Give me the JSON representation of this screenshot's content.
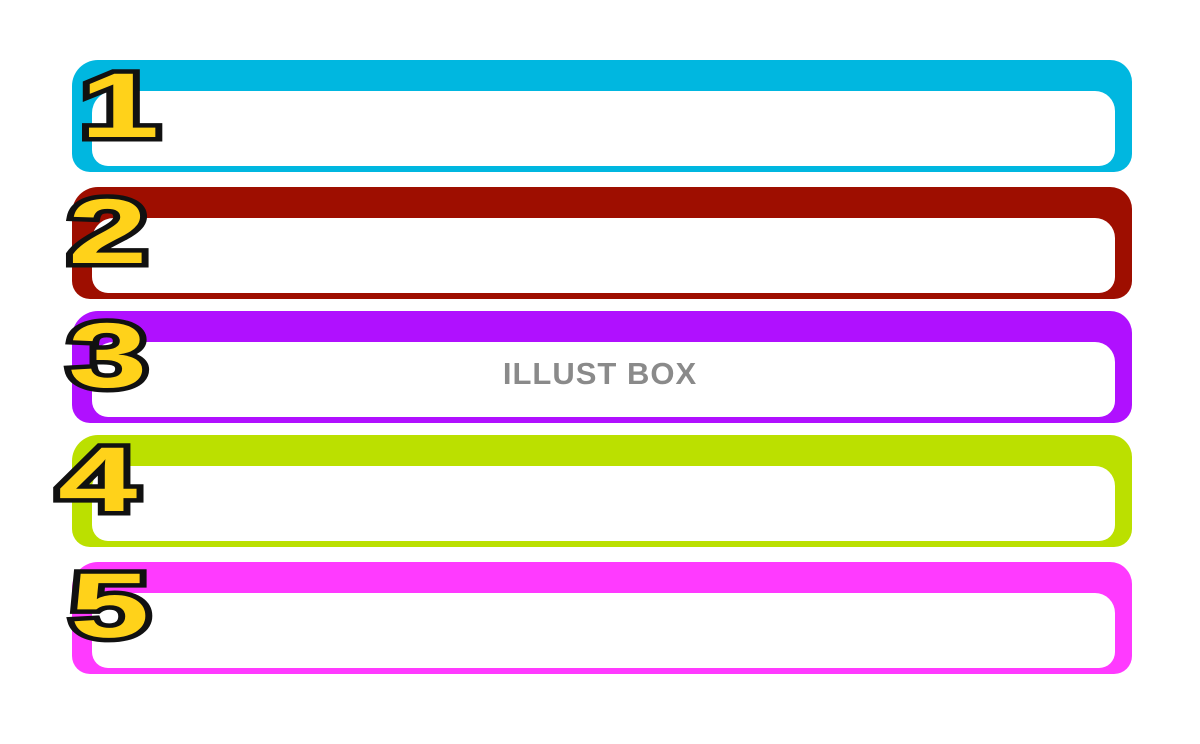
{
  "items": [
    {
      "number": "1",
      "color": "#00B7E0"
    },
    {
      "number": "2",
      "color": "#9E0E00"
    },
    {
      "number": "3",
      "color": "#B010FF"
    },
    {
      "number": "4",
      "color": "#BBE000"
    },
    {
      "number": "5",
      "color": "#FF3AFF"
    }
  ],
  "watermark": "ILLUST BOX",
  "number_color": "#FFD21A"
}
